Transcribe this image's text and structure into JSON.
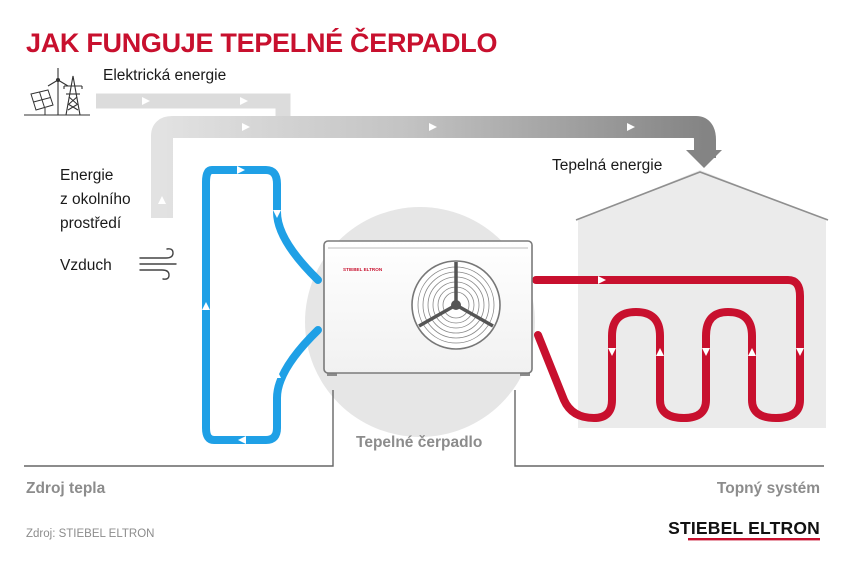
{
  "title": "JAK FUNGUJE TEPELNÉ ČERPADLO",
  "labels": {
    "electric_energy": "Elektrická energie",
    "thermal_energy": "Tepelná energie",
    "env_energy_line1": "Energie",
    "env_energy_line2": "z okolního",
    "env_energy_line3": "prostředí",
    "air": "Vzduch",
    "heat_pump": "Tepelné čerpadlo",
    "heat_source": "Zdroj tepla",
    "heating_system": "Topný systém"
  },
  "unit_brand": "STIEBEL ELTRON",
  "footer": {
    "source": "Zdroj: STIEBEL ELTRON",
    "logo": "STIEBEL ELTRON"
  },
  "icons": [
    "solar-panel-icon",
    "wind-turbine-icon",
    "power-pylon-icon",
    "wind-air-icon",
    "fan-icon"
  ],
  "colors": {
    "title": "#c8102e",
    "cold_loop": "#1fa0e6",
    "hot_loop": "#c8102e",
    "energy_band_light": "#dcdcdc",
    "energy_band_dark": "#8a8a8a",
    "house": "#ebebeb",
    "pump_circle": "#e6e6e6",
    "muted_text": "#8c8c8c"
  }
}
